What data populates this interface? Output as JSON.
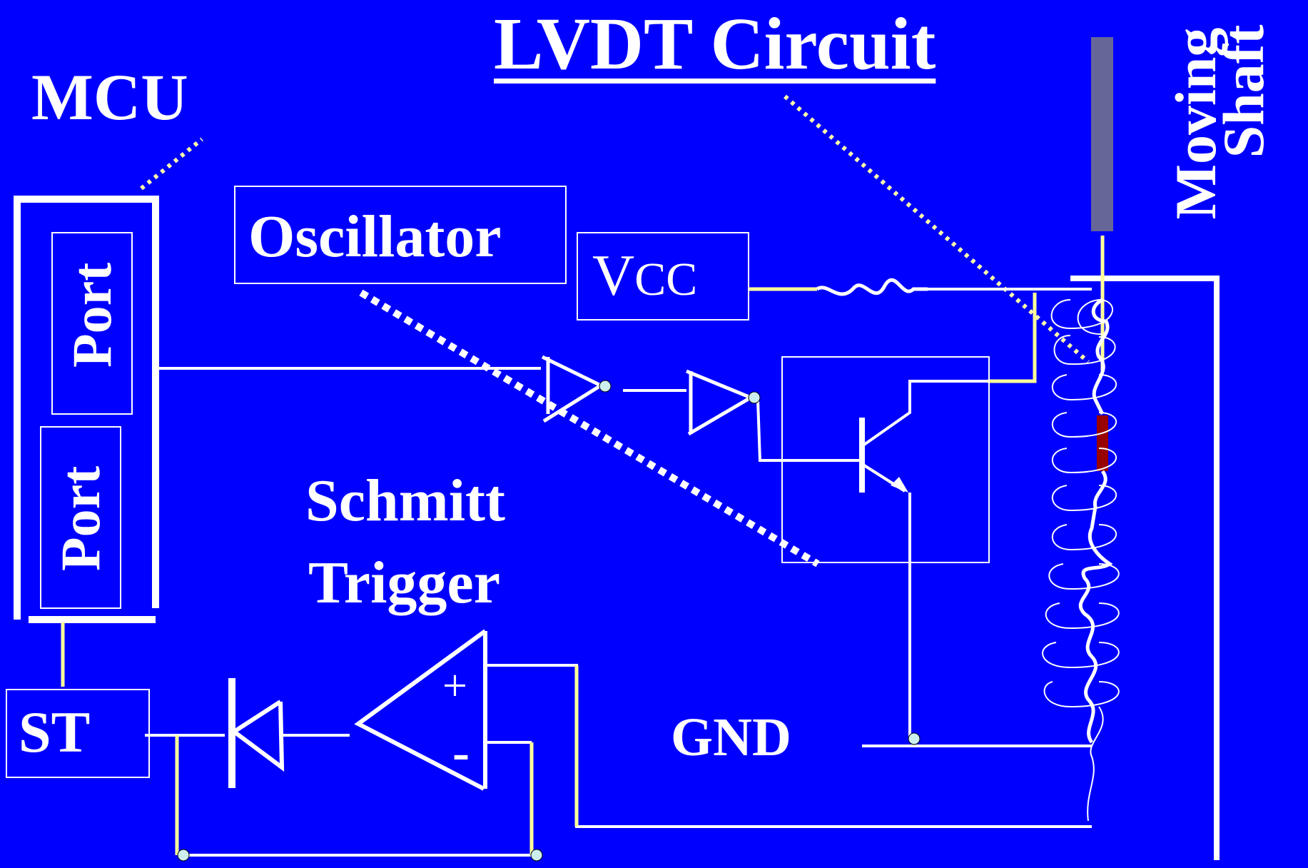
{
  "title": "LVDT Circuit",
  "labels": {
    "mcu": "MCU",
    "port_top": "Port",
    "port_bottom": "Port",
    "oscillator": "Oscillator",
    "vcc_v": "V",
    "vcc_cc": "CC",
    "schmitt_line1": "Schmitt",
    "schmitt_line2": "Trigger",
    "st": "ST",
    "gnd": "GND",
    "plus": "+",
    "minus": "-",
    "moving_shaft_line1": "Moving",
    "moving_shaft_line2": "Shaft"
  },
  "colors": {
    "background": "#0000FF",
    "wire": "#FFFFFF",
    "yellow_wire": "#FFFF99",
    "shaft": "#666699",
    "core": "#990000",
    "node": "#CCEEEE"
  }
}
